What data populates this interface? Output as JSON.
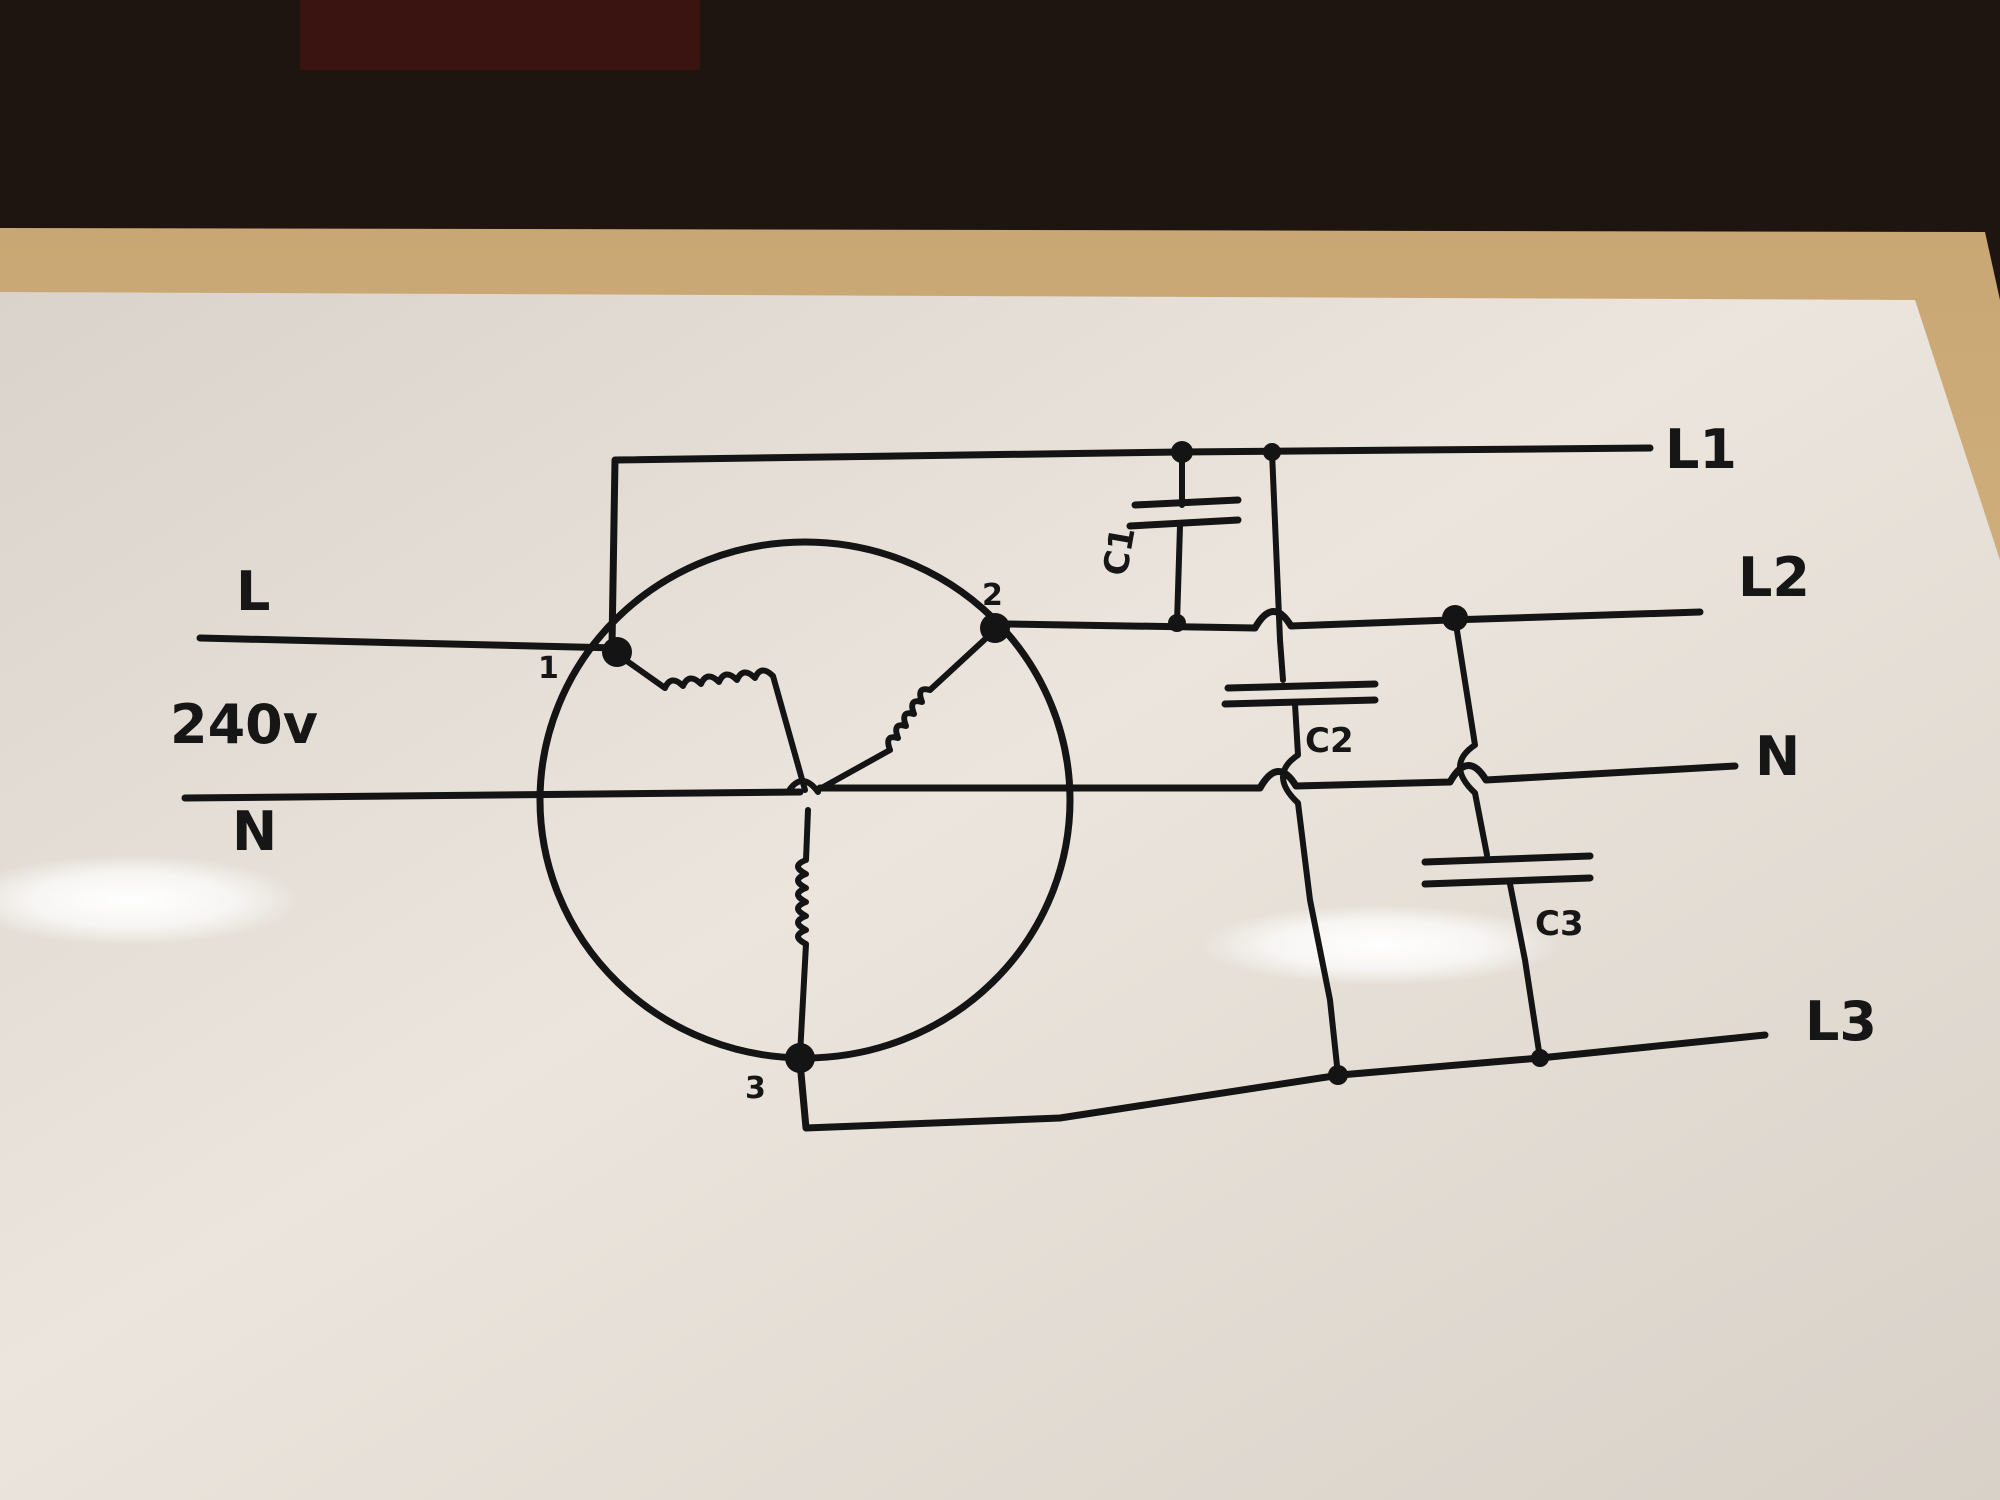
{
  "diagram": {
    "supply": {
      "live_label": "L",
      "voltage_label": "240v",
      "neutral_label": "N"
    },
    "motor_nodes": {
      "node1": "1",
      "node2": "2",
      "node3": "3"
    },
    "outputs": {
      "l1": "L1",
      "l2": "L2",
      "neutral": "N",
      "l3": "L3"
    },
    "capacitors": {
      "c1": "C1",
      "c2": "C2",
      "c3": "C3"
    }
  }
}
